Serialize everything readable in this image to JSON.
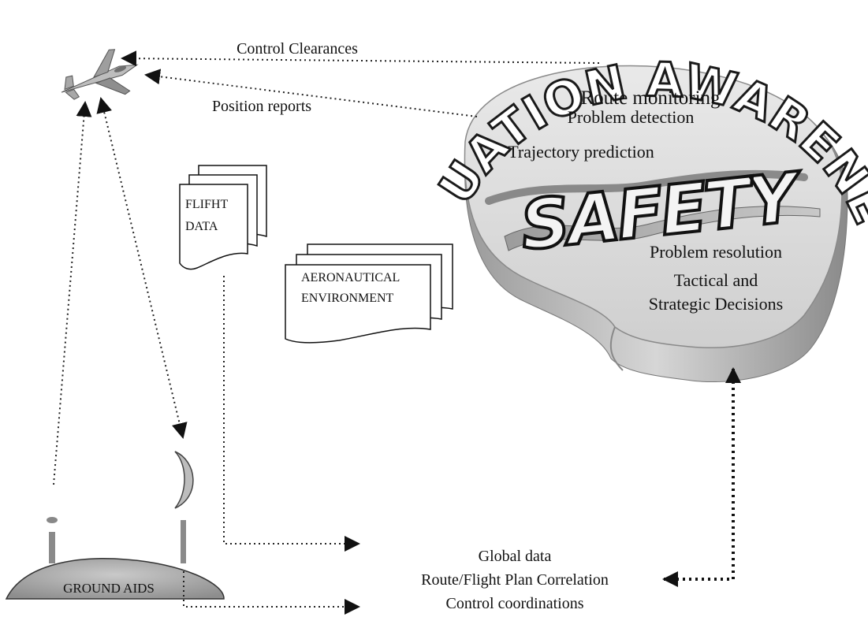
{
  "title_arc": "SITUATION AWARENESS",
  "center_word": "SAFETY",
  "labels": {
    "control_clearances": "Control Clearances",
    "position_reports": "Position reports",
    "route_monitoring": "Route monitoring",
    "problem_detection": "Problem detection",
    "trajectory_prediction": "Trajectory prediction",
    "problem_resolution": "Problem resolution",
    "tactical_line1": "Tactical and",
    "tactical_line2": "Strategic Decisions"
  },
  "documents": {
    "flight_data_line1": "FLIFHT",
    "flight_data_line2": "DATA",
    "aero_line1": "AERONAUTICAL",
    "aero_line2": "ENVIRONMENT"
  },
  "ground": {
    "label": "GROUND AIDS"
  },
  "global": {
    "line1": "Global data",
    "line2": "Route/Flight Plan Correlation",
    "line3": "Control coordinations"
  },
  "icons": [
    "aircraft-icon",
    "radar-dish-icon",
    "antenna-icon"
  ]
}
